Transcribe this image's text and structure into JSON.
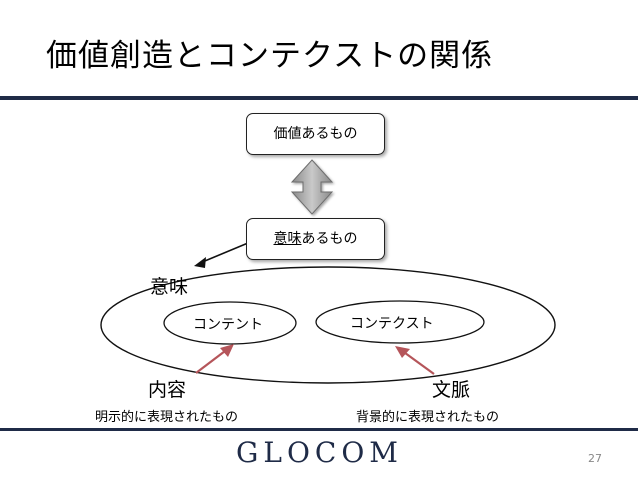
{
  "slide": {
    "title": "価値創造とコンテクストの関係",
    "logo": "GLOCOM",
    "page_number": "27"
  },
  "diagram": {
    "value_box": "価値あるもの",
    "meaning_box_underlined": "意味",
    "meaning_box_rest": "あるもの",
    "meaning_label": "意味",
    "content_oval": "コンテント",
    "context_oval": "コンテクスト",
    "naiyou_label": "内容",
    "bunmyaku_label": "文脈",
    "naiyou_caption": "明示的に表現されたもの",
    "bunmyaku_caption": "背景的に表現されたもの"
  },
  "colors": {
    "rule": "#1f2b47",
    "arrow_gray": "#9b9b9b",
    "arrow_red": "#b5555a",
    "logo": "#1f2b47"
  }
}
